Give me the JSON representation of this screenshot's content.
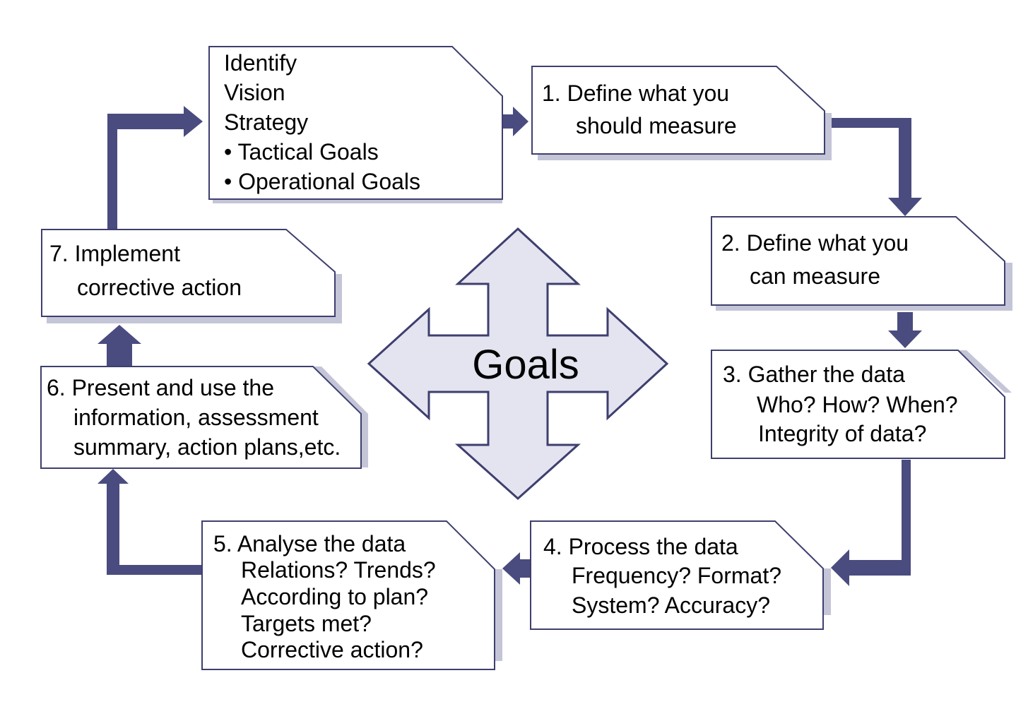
{
  "center": {
    "label": "Goals"
  },
  "identify": {
    "lines": [
      "Identify",
      "Vision",
      "Strategy",
      "• Tactical Goals",
      "• Operational Goals"
    ]
  },
  "steps": [
    {
      "lines": [
        "1.  Define what you",
        "should measure"
      ]
    },
    {
      "lines": [
        "2. Define what you",
        "can measure"
      ]
    },
    {
      "lines": [
        "3. Gather the data",
        "Who? How? When?",
        "Integrity of data?"
      ]
    },
    {
      "lines": [
        "4. Process the data",
        "Frequency? Format?",
        "System? Accuracy?"
      ]
    },
    {
      "lines": [
        "5. Analyse the data",
        "Relations? Trends?",
        "According to plan?",
        "Targets met?",
        "Corrective action?"
      ]
    },
    {
      "lines": [
        "6. Present and use the",
        "information, assessment",
        "summary, action plans,etc."
      ]
    },
    {
      "lines": [
        "7. Implement",
        "corrective action"
      ]
    }
  ]
}
